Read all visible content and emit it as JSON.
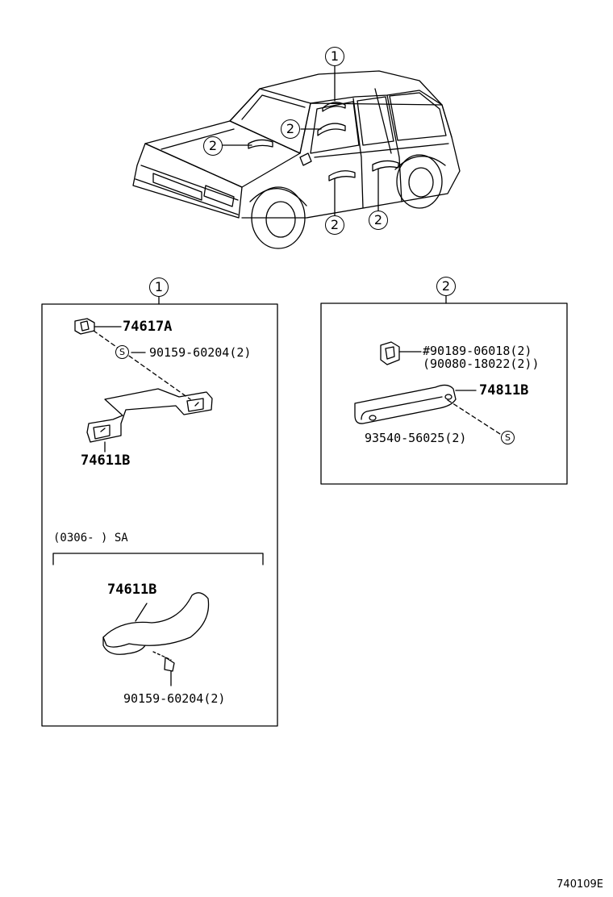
{
  "diagram": {
    "diagram_code": "740109E",
    "car_callouts": [
      "1",
      "2",
      "2",
      "2",
      "2"
    ],
    "panel_1": {
      "callout": "1",
      "parts": {
        "clip": "74617A",
        "screw": "90159-60204(2)",
        "grip": "74611B"
      },
      "variant": {
        "range_label": "(0306-        ) SA",
        "grip": "74611B",
        "screw": "90159-60204(2)"
      }
    },
    "panel_2": {
      "callout": "2",
      "parts": {
        "clip_line1": "#90189-06018(2)",
        "clip_line2": "(90080-18022(2))",
        "grip": "74811B",
        "screw": "93540-56025(2)"
      }
    },
    "screw_symbol": "S"
  }
}
